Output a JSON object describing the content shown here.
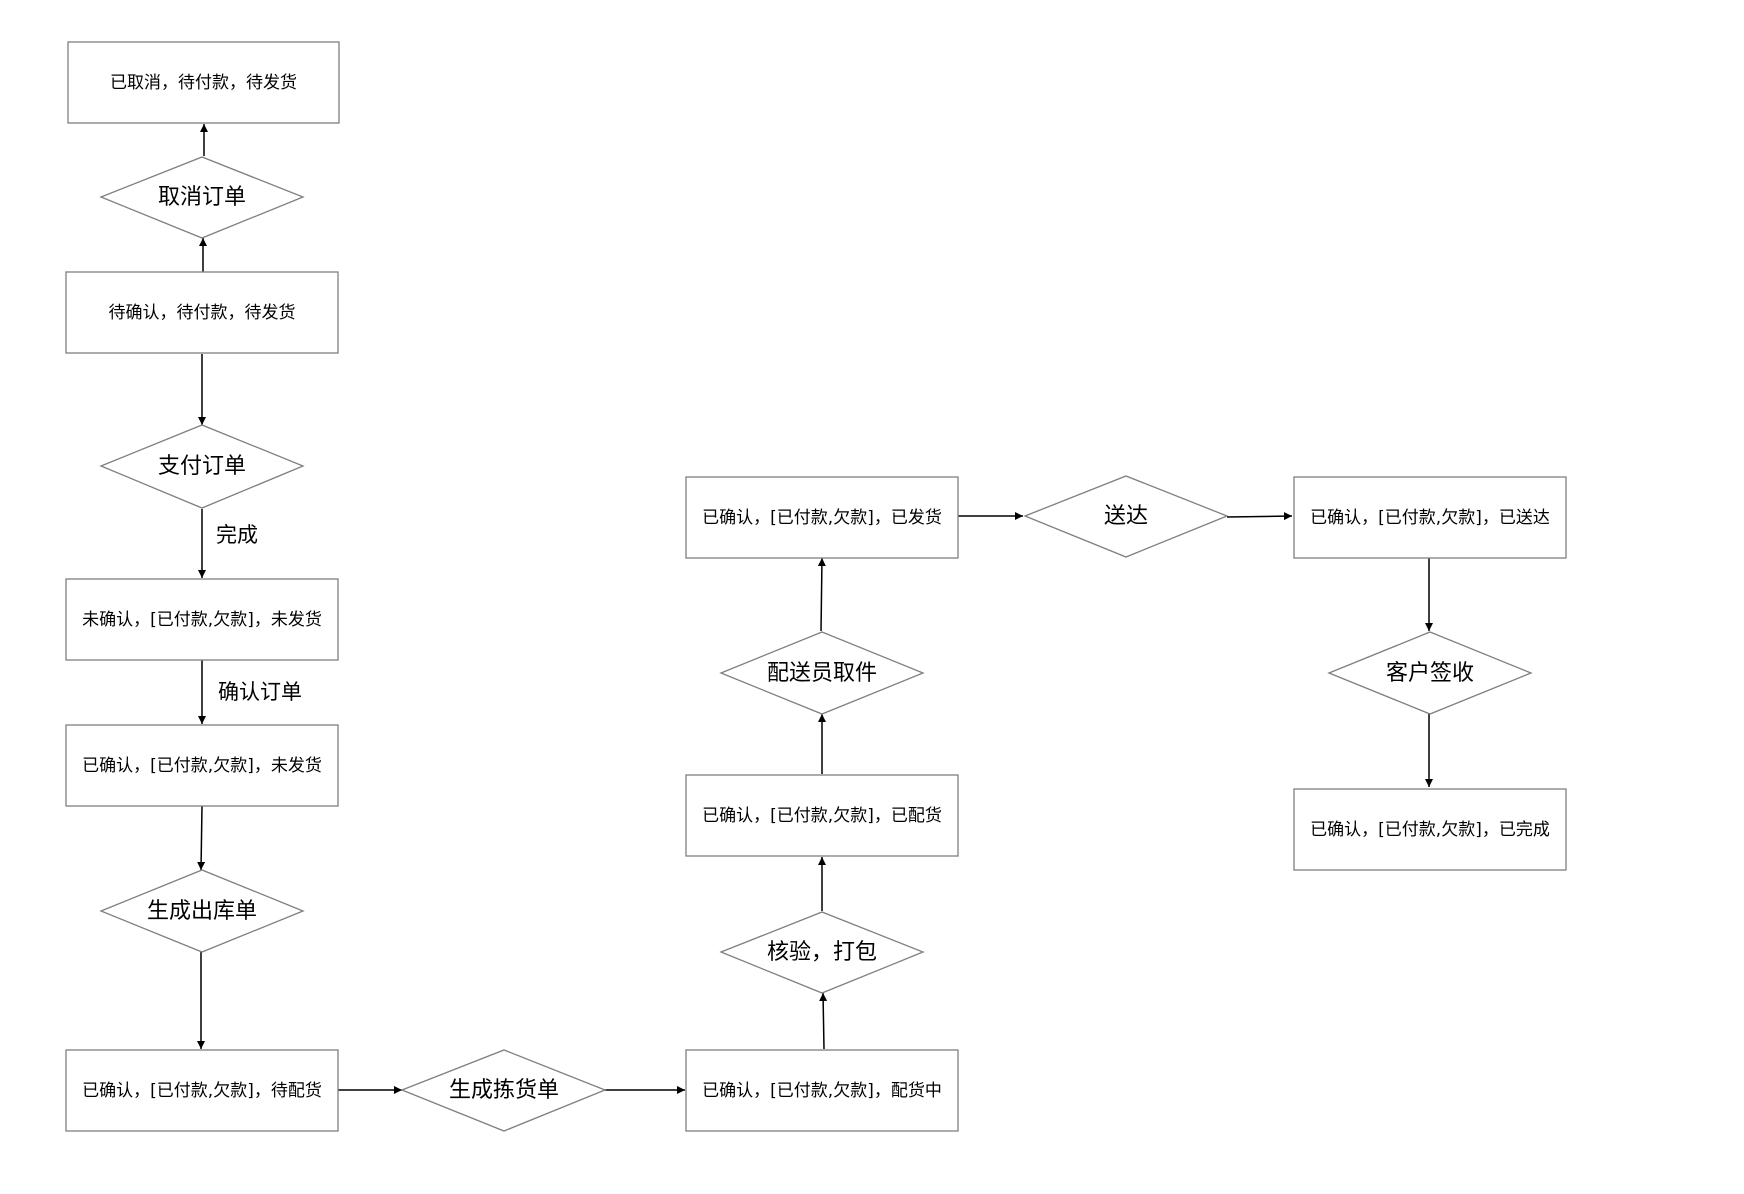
{
  "states": {
    "cancelled": "已取消，待付款，待发货",
    "pending": "待确认，待付款，待发货",
    "paid_unconfirmed": "未确认，[已付款,欠款]，未发货",
    "confirmed_unshipped": "已确认，[已付款,欠款]，未发货",
    "awaiting_allocation": "已确认，[已付款,欠款]，待配货",
    "allocating": "已确认，[已付款,欠款]，配货中",
    "allocated": "已确认，[已付款,欠款]，已配货",
    "shipped": "已确认，[已付款,欠款]，已发货",
    "delivered": "已确认，[已付款,欠款]，已送达",
    "completed": "已确认，[已付款,欠款]，已完成"
  },
  "actions": {
    "cancel_order": "取消订单",
    "pay_order": "支付订单",
    "generate_outbound": "生成出库单",
    "generate_picking": "生成拣货单",
    "verify_pack": "核验，打包",
    "courier_pickup": "配送员取件",
    "deliver": "送达",
    "customer_sign": "客户签收"
  },
  "edge_labels": {
    "complete": "完成",
    "confirm_order": "确认订单"
  },
  "colors": {
    "shape_stroke": "#7f7f7f",
    "arrow": "#000000",
    "background": "#ffffff"
  }
}
